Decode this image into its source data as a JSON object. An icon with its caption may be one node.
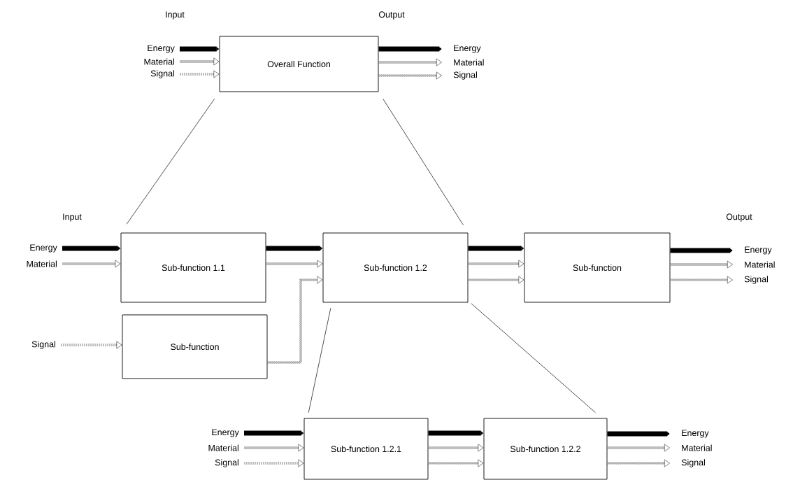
{
  "diagram": {
    "nodes": [
      {
        "text": [
          "Energy"
        ]
      },
      {
        "text": [
          "Material"
        ]
      },
      {
        "text": [
          "Signal"
        ]
      },
      {
        "text": [
          "Overall Function"
        ]
      },
      {
        "text": [
          "Energy"
        ]
      },
      {
        "text": [
          "Material"
        ]
      },
      {
        "text": [
          "Signal"
        ]
      },
      {
        "text": [
          "Energy"
        ]
      },
      {
        "text": [
          "Material"
        ]
      },
      {
        "text": [
          "Sub-function 1.1"
        ]
      },
      {
        "text": [
          "Sub-function 1.2"
        ]
      },
      {
        "text": [
          "Sub-function"
        ]
      },
      {
        "text": [
          "Energy"
        ]
      },
      {
        "text": [
          "Material"
        ]
      },
      {
        "text": [
          "Signal"
        ]
      },
      {
        "text": [
          "Signal"
        ]
      },
      {
        "text": [
          "Sub-function"
        ]
      },
      {
        "text": [
          "Energy"
        ]
      },
      {
        "text": [
          "Material"
        ]
      },
      {
        "text": [
          "Signal"
        ]
      },
      {
        "text": [
          "Sub-function 1.2.1"
        ]
      },
      {
        "text": [
          "Sub-function 1.2.2"
        ]
      },
      {
        "text": [
          "Energy"
        ]
      },
      {
        "text": [
          "Material"
        ]
      },
      {
        "text": [
          "Signal"
        ]
      }
    ],
    "edges": [
      {
        "from": 0,
        "to": 3,
        "arrow": "to",
        "style": "thick"
      },
      {
        "from": 1,
        "to": 3,
        "arrow": "to"
      },
      {
        "from": 2,
        "to": 3,
        "arrow": "to",
        "style": "dashed"
      },
      {
        "from": 3,
        "to": 4,
        "arrow": "to",
        "style": "thick"
      },
      {
        "from": 3,
        "to": 5,
        "arrow": "to"
      },
      {
        "from": 3,
        "to": 6,
        "arrow": "to",
        "style": "dashed"
      },
      {
        "from": 3,
        "to": 9,
        "arrow": "none"
      },
      {
        "from": 3,
        "to": 10,
        "arrow": "none"
      },
      {
        "from": 7,
        "to": 9,
        "arrow": "to",
        "style": "thick"
      },
      {
        "from": 8,
        "to": 9,
        "arrow": "to"
      },
      {
        "from": 9,
        "to": 10,
        "arrow": "to",
        "style": "thick"
      },
      {
        "from": 9,
        "to": 10,
        "arrow": "to"
      },
      {
        "from": 16,
        "to": 10,
        "arrow": "to",
        "style": "dashed"
      },
      {
        "from": 10,
        "to": 11,
        "arrow": "to",
        "style": "thick"
      },
      {
        "from": 10,
        "to": 11,
        "arrow": "to"
      },
      {
        "from": 10,
        "to": 11,
        "arrow": "to",
        "style": "dashed"
      },
      {
        "from": 11,
        "to": 12,
        "arrow": "to",
        "style": "thick"
      },
      {
        "from": 11,
        "to": 13,
        "arrow": "to"
      },
      {
        "from": 11,
        "to": 14,
        "arrow": "to",
        "style": "dashed"
      },
      {
        "from": 15,
        "to": 16,
        "arrow": "to",
        "style": "dashed"
      },
      {
        "from": 10,
        "to": 20,
        "arrow": "none"
      },
      {
        "from": 10,
        "to": 21,
        "arrow": "none"
      },
      {
        "from": 17,
        "to": 20,
        "arrow": "to",
        "style": "thick"
      },
      {
        "from": 18,
        "to": 20,
        "arrow": "to"
      },
      {
        "from": 19,
        "to": 20,
        "arrow": "to",
        "style": "dashed"
      },
      {
        "from": 20,
        "to": 21,
        "arrow": "to",
        "style": "thick"
      },
      {
        "from": 20,
        "to": 21,
        "arrow": "to"
      },
      {
        "from": 20,
        "to": 21,
        "arrow": "to",
        "style": "dashed"
      },
      {
        "from": 21,
        "to": 22,
        "arrow": "to",
        "style": "thick"
      },
      {
        "from": 21,
        "to": 23,
        "arrow": "to"
      },
      {
        "from": 21,
        "to": 24,
        "arrow": "to",
        "style": "dashed"
      }
    ],
    "labels": [
      "Input",
      "Output",
      "Input",
      "Output"
    ]
  }
}
